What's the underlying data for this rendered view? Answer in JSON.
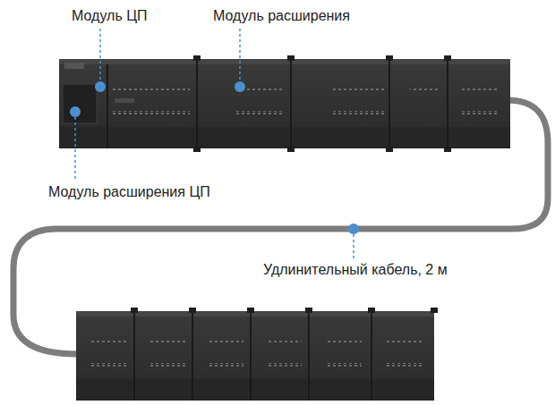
{
  "diagram": {
    "labels": [
      "Модуль ЦП",
      "Модуль расширения",
      "Модуль расширения ЦП",
      "Удлинительный кабель, 2 м"
    ]
  }
}
